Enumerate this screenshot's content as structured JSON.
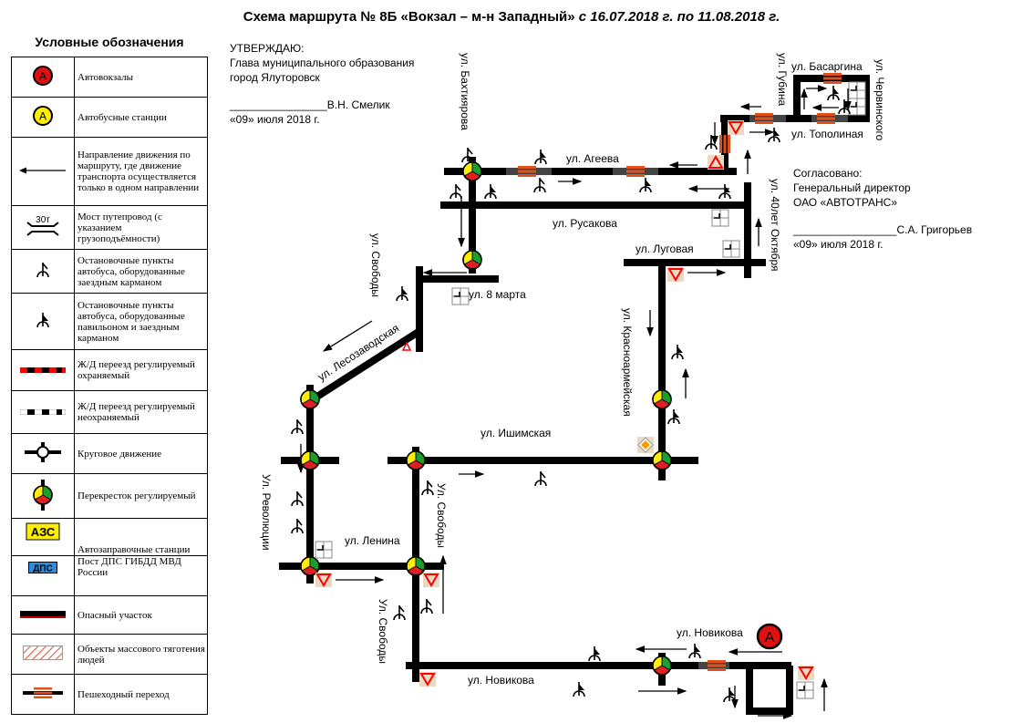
{
  "title": {
    "main": "Схема маршрута  № 8Б «Вокзал – м-н Западный»",
    "period": "с 16.07.2018  г.  по 11.08.2018  г."
  },
  "legend": {
    "title": "Условные обозначения",
    "items": [
      {
        "icon": "bus-terminal-icon",
        "label": "Автовокзалы",
        "icon_text": "A"
      },
      {
        "icon": "bus-station-icon",
        "label": "Автобусные станции",
        "icon_text": "A"
      },
      {
        "icon": "direction-arrow-icon",
        "label": "Направление движения по маршруту, где движение  транспорта осуществляется только в одном направлении"
      },
      {
        "icon": "bridge-icon",
        "label": "Мост путепровод (с указанием грузоподъёмности)",
        "icon_text": "30т"
      },
      {
        "icon": "bus-stop-pocket-icon",
        "label": "Остановочные пункты автобуса, оборудованные заездным карманом"
      },
      {
        "icon": "bus-stop-pavilion-icon",
        "label": "Остановочные пункты автобуса, оборудованные павильоном и заездным карманом"
      },
      {
        "icon": "railway-crossing-guarded-icon",
        "label": "Ж/Д переезд регулируемый охраняемый"
      },
      {
        "icon": "railway-crossing-unguarded-icon",
        "label": "Ж/Д переезд регулируемый неохраняемый"
      },
      {
        "icon": "roundabout-icon",
        "label": "Круговое движение"
      },
      {
        "icon": "traffic-light-icon",
        "label": "Перекресток регулируемый"
      },
      {
        "icon": "gas-station-icon",
        "label": "Автозаправочные станции",
        "icon_text": "АЗС"
      },
      {
        "icon": "police-post-icon",
        "label": "Пост ДПС ГИБДД МВД России",
        "icon_text": "ДПС"
      },
      {
        "icon": "dangerous-section-icon",
        "label": "Опасный  участок"
      },
      {
        "icon": "crowd-objects-icon",
        "label": "Объекты массового тяготения людей"
      },
      {
        "icon": "crosswalk-icon",
        "label": "Пешеходный  переход"
      }
    ]
  },
  "approve_left": {
    "line1": "УТВЕРЖДАЮ:",
    "line2": "Глава муниципального  образования",
    "line3": "город Ялуторовск",
    "line4": "________________В.Н.  Смелик",
    "line5": "«09» июля 2018 г."
  },
  "approve_right": {
    "line1": "Согласовано:",
    "line2": "Генеральный  директор",
    "line3": "ОАО «АВТОТРАНС»",
    "line4": "_________________С.А.  Григорьев",
    "line5": "«09» июля 2018 г."
  },
  "streets": [
    "ул. Бахтиярова",
    "ул.  Агеева",
    "ул.  Русакова",
    "ул.  Луговая",
    "ул. 40лет Октября",
    "ул.  Басаргина",
    "ул.  Губина",
    "ул.  Червинского",
    "ул.  Тополиная",
    "ул. Свободы",
    "ул.  8 марта",
    "ул.  Лесозаводская",
    "ул.  Красноармейская",
    "ул.  Ишимская",
    "Ул.  Революции",
    "Ул.  Свободы",
    "ул.  Ленина",
    "Ул.  Свободы",
    "ул.  Новикова",
    "ул.  Новикова"
  ],
  "map": {
    "terminal_label": "A",
    "colors": {
      "road": "#000000",
      "crosswalk": "#e0501c",
      "yield": "#ff0000",
      "light_green": "#1a9e2e",
      "light_yellow": "#ffee00",
      "light_red": "#e02020"
    }
  }
}
